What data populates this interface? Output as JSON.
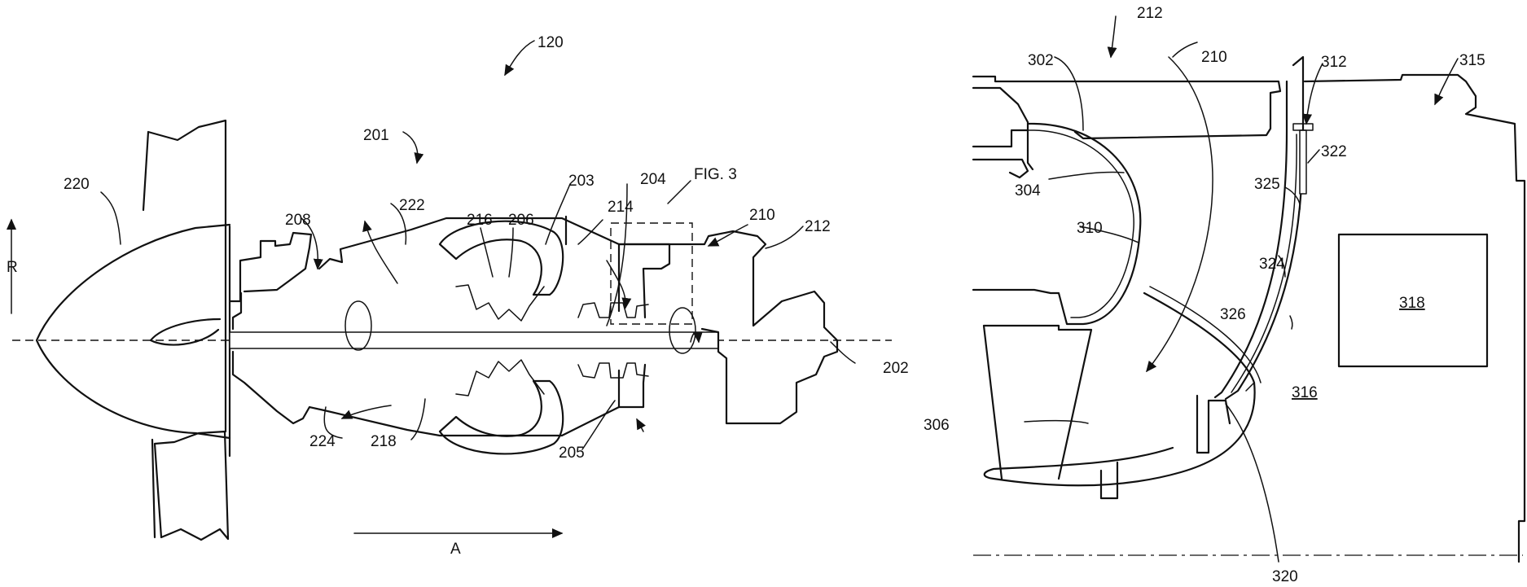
{
  "figure_left": {
    "labels": {
      "l120": "120",
      "l201": "201",
      "l203": "203",
      "l204": "204",
      "l_fig3": "FIG. 3",
      "l206": "206",
      "l208": "208",
      "l210": "210",
      "l212": "212",
      "l214": "214",
      "l216": "216",
      "l218": "218",
      "l220": "220",
      "l222": "222",
      "l224": "224",
      "l205": "205",
      "l202": "202",
      "axis_r": "R",
      "axis_a": "A"
    }
  },
  "figure_right": {
    "labels": {
      "l212": "212",
      "l210": "210",
      "l302": "302",
      "l312": "312",
      "l315": "315",
      "l322": "322",
      "l304": "304",
      "l325": "325",
      "l310": "310",
      "l324": "324",
      "l318": "318",
      "l326": "326",
      "l316": "316",
      "l306": "306",
      "l320": "320"
    }
  },
  "colors": {
    "line": "#111111",
    "background": "#ffffff"
  }
}
